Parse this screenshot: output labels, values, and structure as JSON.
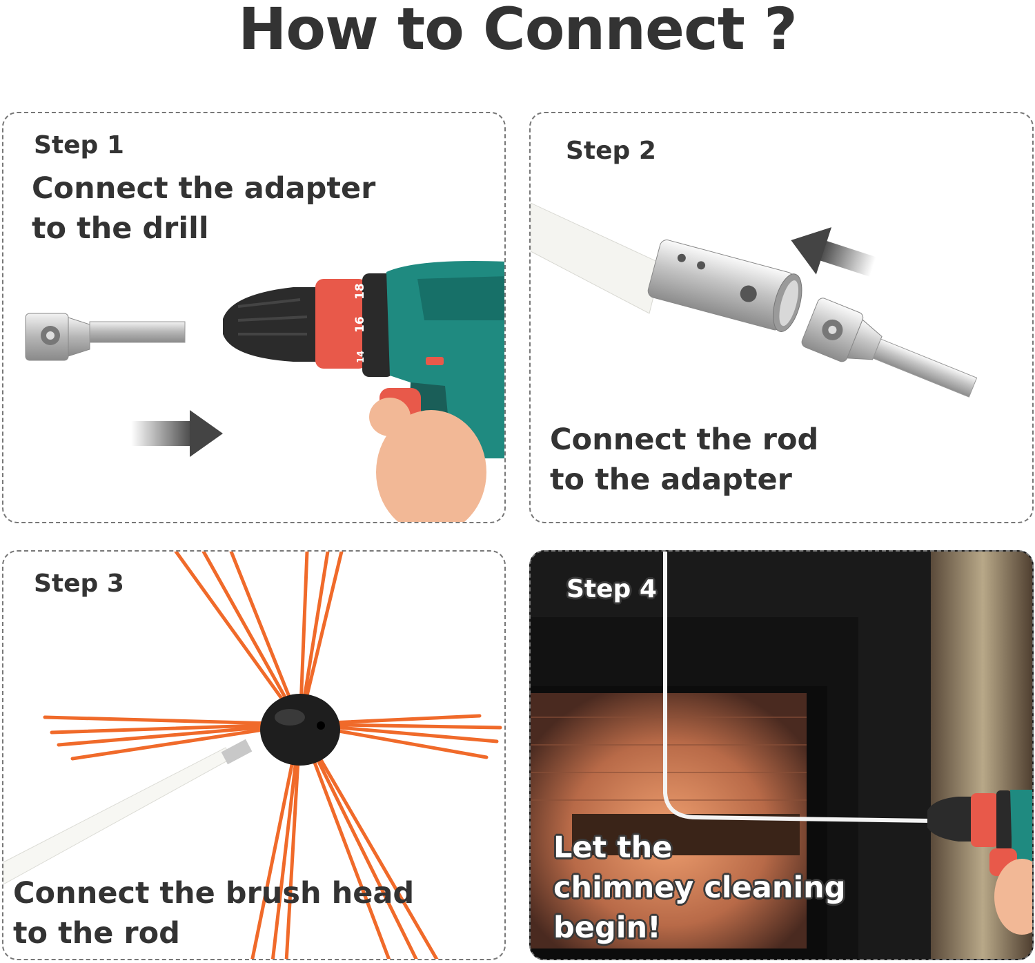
{
  "title": "How to Connect ?",
  "steps": [
    {
      "label": "Step 1",
      "lines": [
        "Connect the adapter",
        "to the drill"
      ]
    },
    {
      "label": "Step 2",
      "lines": [
        "Connect the rod",
        "to the adapter"
      ]
    },
    {
      "label": "Step 3",
      "lines": [
        "Connect the brush head",
        "to the rod"
      ]
    },
    {
      "label": "Step 4",
      "lines": [
        "Let the",
        "chimney cleaning",
        "begin!"
      ]
    }
  ],
  "drill_scale": {
    "numbers": [
      "18",
      "16",
      "14"
    ]
  },
  "colors": {
    "text": "#333333",
    "panel_border": "#777777",
    "drill_body": "#1f8a80",
    "drill_accent": "#e8594a",
    "bristles": "#f06a2a",
    "metal": "#c8c8c8"
  }
}
